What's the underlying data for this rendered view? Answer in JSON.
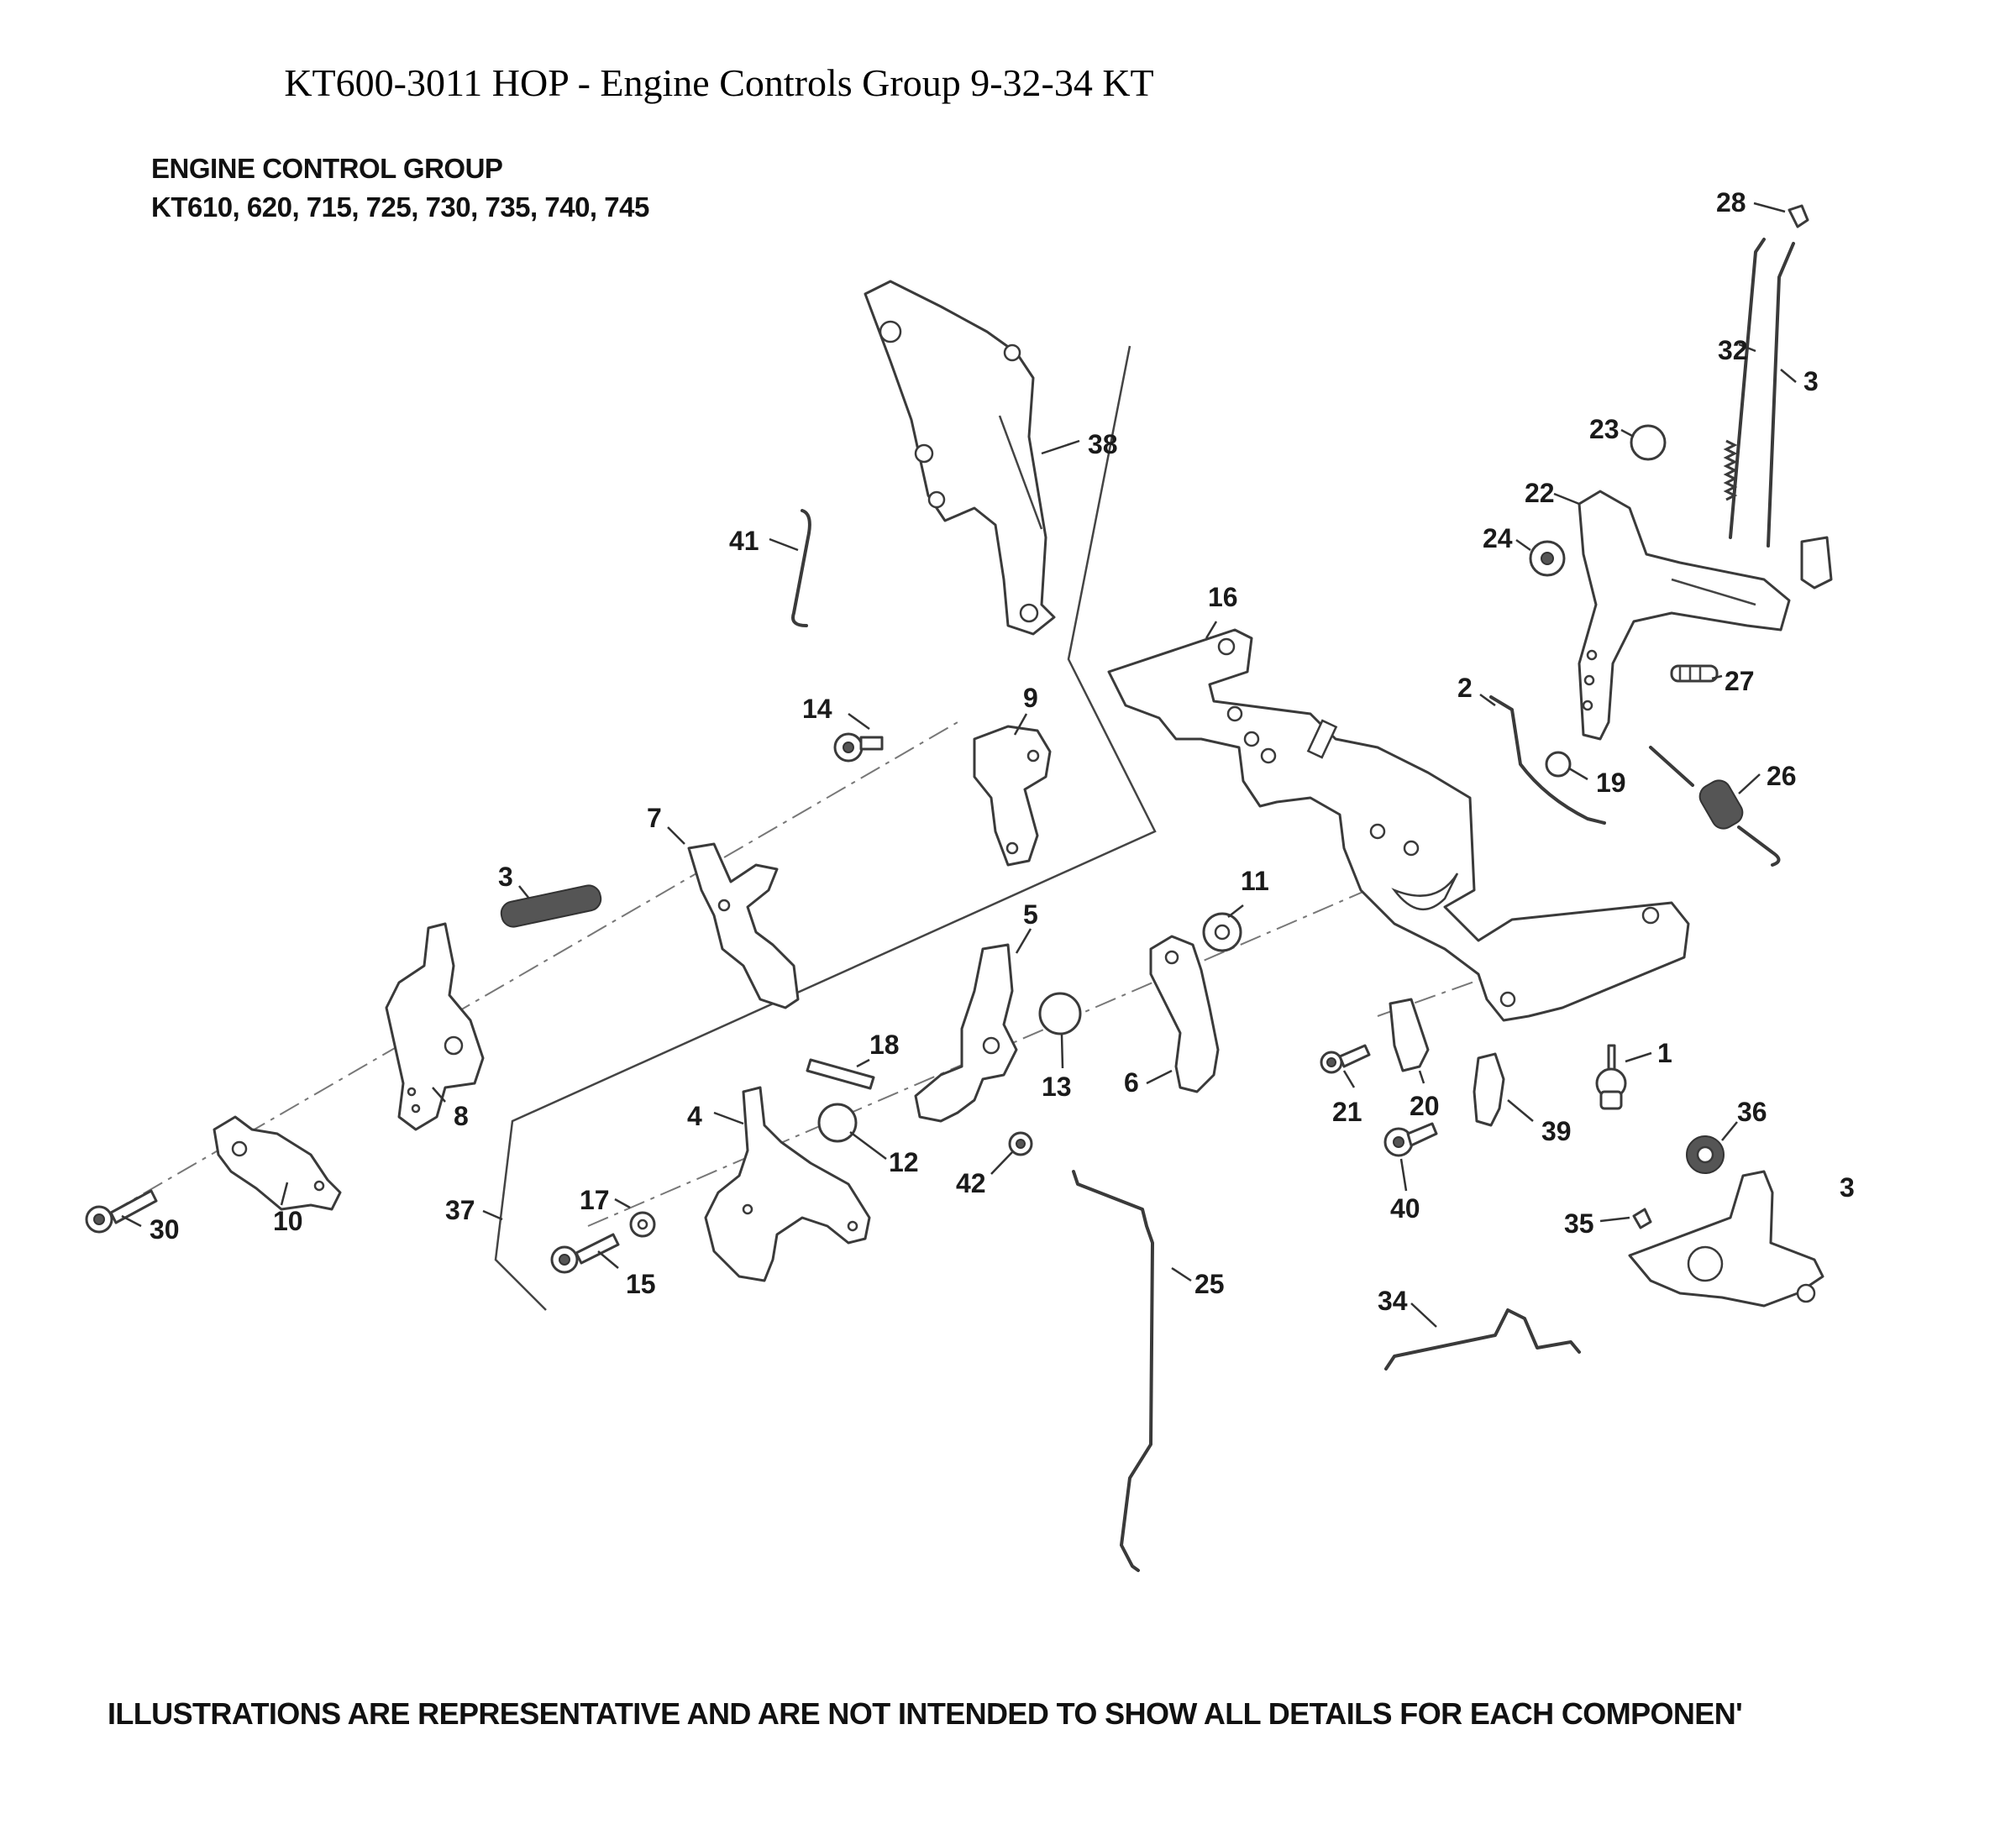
{
  "page_title": "KT600-3011 HOP - Engine Controls Group 9-32-34 KT",
  "group_heading": {
    "line1": "ENGINE CONTROL GROUP",
    "line2": "KT610, 620, 715, 725, 730, 735, 740, 745"
  },
  "footer_note": "ILLUSTRATIONS ARE REPRESENTATIVE AND ARE NOT INTENDED TO SHOW ALL DETAILS FOR EACH COMPONEN'",
  "callouts": {
    "c1": "1",
    "c2": "2",
    "c3a": "3",
    "c3b": "3",
    "c3c": "3",
    "c4": "4",
    "c5": "5",
    "c6": "6",
    "c7": "7",
    "c8": "8",
    "c9": "9",
    "c10": "10",
    "c11": "11",
    "c12": "12",
    "c13": "13",
    "c14": "14",
    "c15": "15",
    "c16": "16",
    "c17": "17",
    "c18": "18",
    "c19": "19",
    "c20": "20",
    "c21": "21",
    "c22": "22",
    "c23": "23",
    "c24": "24",
    "c25": "25",
    "c26": "26",
    "c27": "27",
    "c28": "28",
    "c30": "30",
    "c32": "32",
    "c34": "34",
    "c35": "35",
    "c36": "36",
    "c37": "37",
    "c38": "38",
    "c39": "39",
    "c40": "40",
    "c41": "41",
    "c42": "42"
  }
}
